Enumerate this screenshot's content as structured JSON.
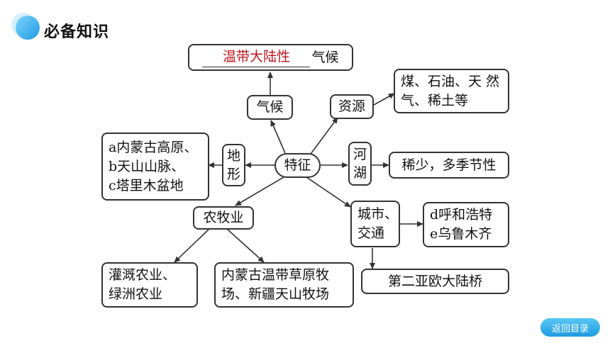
{
  "header": {
    "title": "必备知识"
  },
  "diagram": {
    "center": "特征",
    "climate_title": {
      "answer": "温带大陆性",
      "suffix": "气候"
    },
    "climate": "气候",
    "resources": "资源",
    "resources_detail": [
      "煤、石油、天 然",
      "气、稀土等"
    ],
    "terrain": [
      "地",
      "形"
    ],
    "terrain_detail": [
      "a内蒙古高原、",
      "b天山山脉、",
      "c塔里木盆地"
    ],
    "rivers": [
      "河",
      "湖"
    ],
    "rivers_detail": "稀少，多季节性",
    "agriculture": "农牧业",
    "agri_left": [
      "灌溉农业、",
      "绿洲农业"
    ],
    "agri_right": [
      "内蒙古温带草原牧",
      "场、新疆天山牧场"
    ],
    "cities": [
      "城市、",
      "交通"
    ],
    "cities_detail": [
      "d呼和浩特",
      "e乌鲁木齐"
    ],
    "bridge": "第二亚欧大陆桥"
  },
  "footer": {
    "back_label": "返回目录"
  }
}
